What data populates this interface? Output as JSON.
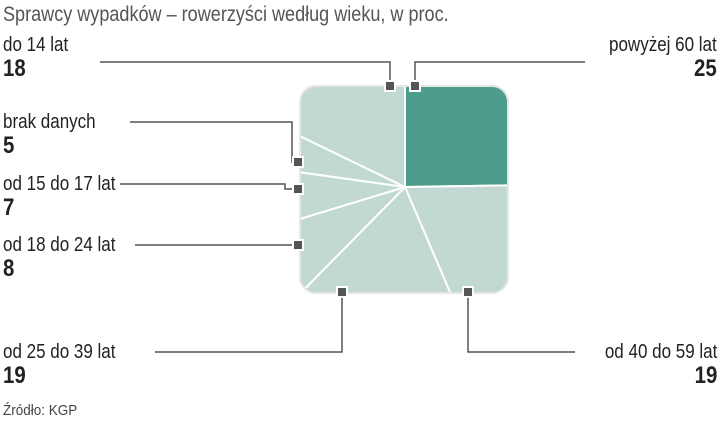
{
  "chart_data": {
    "type": "pie",
    "title": "Sprawcy wypadków – rowerzyści według wieku, w proc.",
    "source": "Źródło: KGP",
    "slices": [
      {
        "label": "powyżej 60 lat",
        "value": 25,
        "color": "#4e9c8c"
      },
      {
        "label": "od 40 do 59 lat",
        "value": 19,
        "color": "#c2d9d3"
      },
      {
        "label": "od 25 do 39 lat",
        "value": 19,
        "color": "#c2d9d3"
      },
      {
        "label": "od 18 do 24 lat",
        "value": 8,
        "color": "#c2d9d3"
      },
      {
        "label": "od 15 do 17 lat",
        "value": 7,
        "color": "#c2d9d3"
      },
      {
        "label": "brak danych",
        "value": 5,
        "color": "#c2d9d3"
      },
      {
        "label": "do 14 lat",
        "value": 18,
        "color": "#c2d9d3"
      }
    ]
  }
}
